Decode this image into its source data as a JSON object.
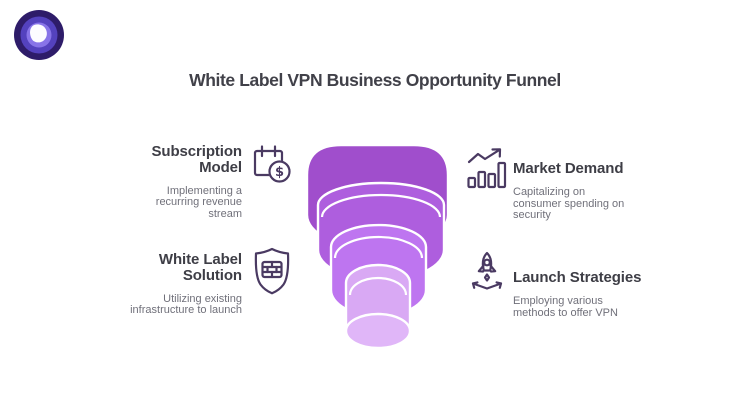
{
  "title": "White Label VPN Business Opportunity Funnel",
  "logo": {
    "icon": "vpn-logo"
  },
  "sections": {
    "left": [
      {
        "heading": "Subscription Model",
        "description": "Implementing a recurring revenue stream",
        "icon": "calendar-dollar-icon"
      },
      {
        "heading": "White Label Solution",
        "description": "Utilizing existing infrastructure to launch",
        "icon": "shield-brick-icon"
      }
    ],
    "right": [
      {
        "heading": "Market Demand",
        "description": "Capitalizing on consumer spending on security",
        "icon": "bar-chart-growth-icon"
      },
      {
        "heading": "Launch Strategies",
        "description": "Employing various methods to offer VPN",
        "icon": "rocket-launch-icon"
      }
    ]
  },
  "funnel": {
    "type": "funnel",
    "orientation": "wide-top-narrow-bottom",
    "levels": 4,
    "segments": [
      {
        "color": "#A04ECC"
      },
      {
        "color": "#AE5EDE"
      },
      {
        "color": "#BE75F0"
      },
      {
        "color": "#D9A9F4"
      }
    ],
    "cap_color": "#E0B6F8",
    "divider_color": "#FFFFFF"
  },
  "colors": {
    "title": "#414149",
    "heading": "#3E3E46",
    "body": "#70707A",
    "icon": "#4A3A62"
  }
}
